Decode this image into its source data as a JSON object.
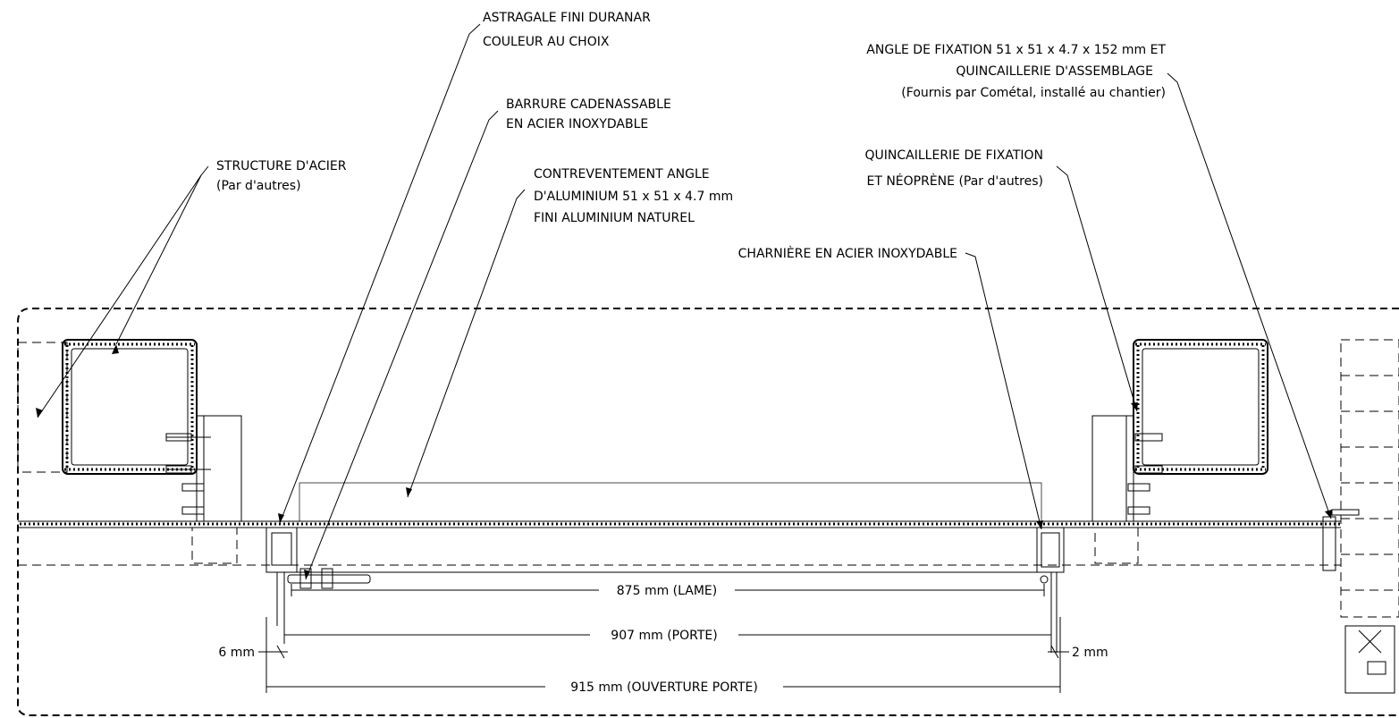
{
  "labels": {
    "astragale_line1": "ASTRAGALE FINI DURANAR",
    "astragale_line2": "COULEUR AU CHOIX",
    "barrure_line1": "BARRURE CADENASSABLE",
    "barrure_line2": "EN ACIER INOXYDABLE",
    "structure_line1": "STRUCTURE D'ACIER",
    "structure_line2": "(Par d'autres)",
    "contrevent_line1": "CONTREVENTEMENT ANGLE",
    "contrevent_line2": "D'ALUMINIUM 51 x 51 x 4.7 mm",
    "contrevent_line3": "FINI ALUMINIUM NATUREL",
    "angle_line1": "ANGLE DE FIXATION 51 x 51 x 4.7 x 152 mm ET",
    "angle_line2": "QUINCAILLERIE D'ASSEMBLAGE",
    "angle_line3": "(Fournis par Cométal, installé au chantier)",
    "quinc_line1": "QUINCAILLERIE DE FIXATION",
    "quinc_line2": "ET NÉOPRÈNE (Par d'autres)",
    "charniere": "CHARNIÈRE EN ACIER INOXYDABLE"
  },
  "dimensions": {
    "lame": "875 mm (LAME)",
    "porte": "907 mm (PORTE)",
    "ouverture": "915 mm (OUVERTURE PORTE)",
    "left_gap": "6 mm",
    "right_gap": "2 mm"
  }
}
